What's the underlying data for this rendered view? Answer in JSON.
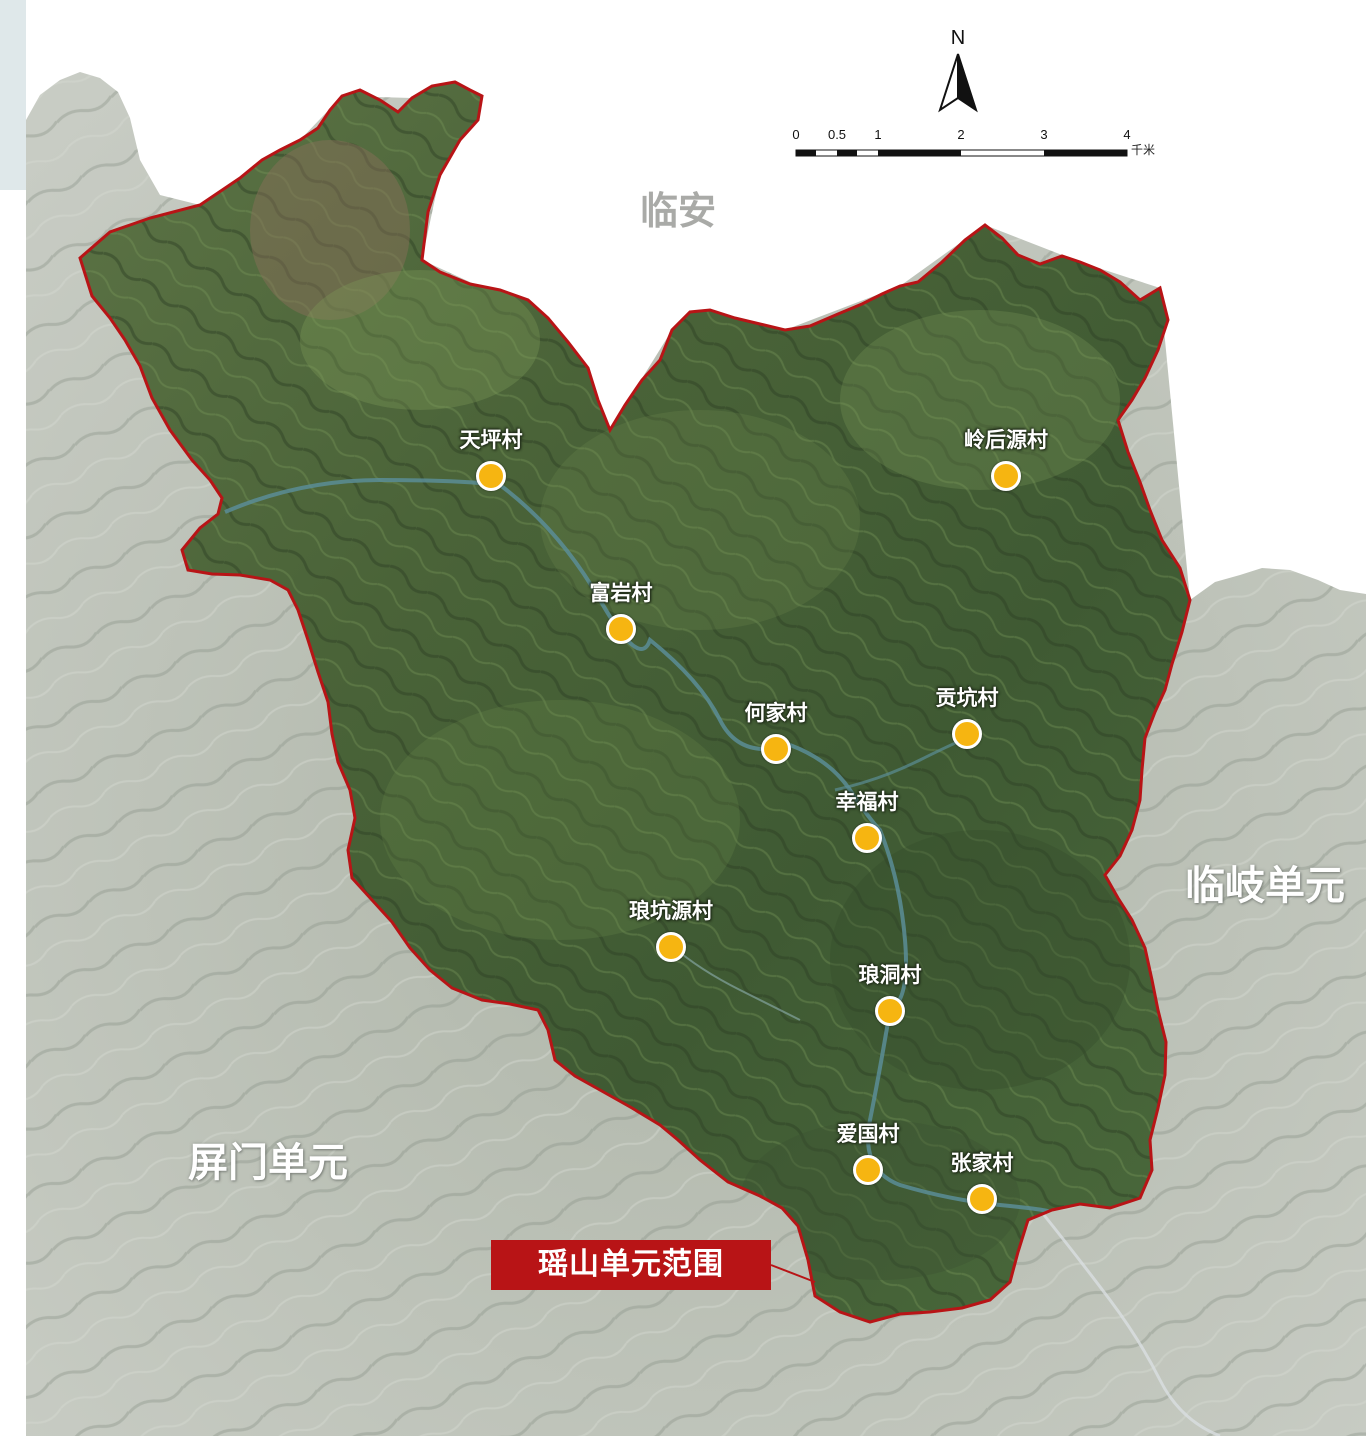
{
  "map": {
    "unit_name": "瑶山单元范围",
    "regions": {
      "north": "临安",
      "east": "临岐单元",
      "west": "屏门单元"
    },
    "villages": [
      {
        "id": "tianping",
        "name": "天坪村"
      },
      {
        "id": "linghouyuan",
        "name": "岭后源村"
      },
      {
        "id": "fuyan",
        "name": "富岩村"
      },
      {
        "id": "hejia",
        "name": "何家村"
      },
      {
        "id": "gongkeng",
        "name": "贡坑村"
      },
      {
        "id": "xingfu",
        "name": "幸福村"
      },
      {
        "id": "langkengyuan",
        "name": "琅坑源村"
      },
      {
        "id": "langdong",
        "name": "琅洞村"
      },
      {
        "id": "aiguo",
        "name": "爱国村"
      },
      {
        "id": "zhangjia",
        "name": "张家村"
      }
    ]
  },
  "compass": {
    "letter": "N"
  },
  "scale": {
    "ticks": [
      "0",
      "0.5",
      "1",
      "2",
      "3",
      "4"
    ],
    "unit": "千米"
  },
  "colors": {
    "boundary": "#b81416",
    "village_dot": "#f6b511",
    "label_box": "#b81416",
    "forest_dark": "#3a5232",
    "forest_light": "#6b8a4e",
    "outer_terrain": "#a8b0a2"
  }
}
